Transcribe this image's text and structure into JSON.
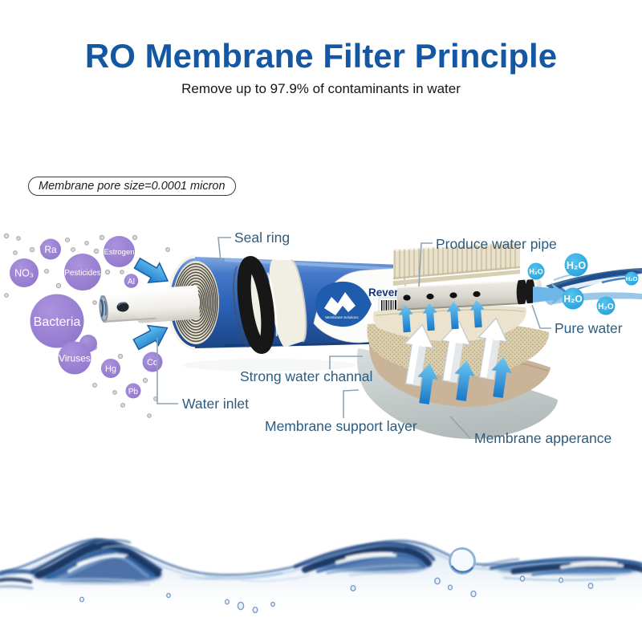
{
  "header": {
    "title": "RO Membrane Filter Principle",
    "subtitle": "Remove up to 97.9% of contaminants in water"
  },
  "pore_size_badge": {
    "text": "Membrane pore size=0.0001 micron"
  },
  "diagram": {
    "labels": {
      "seal_ring": "Seal ring",
      "produce_water_pipe": "Produce water pipe",
      "pure_water": "Pure water",
      "water_inlet": "Water inlet",
      "strong_water_channel": "Strong water channal",
      "membrane_support_layer": "Membrane support layer",
      "membrane_appearance": "Membrane apperance"
    },
    "contaminants": [
      {
        "label": "NO₃"
      },
      {
        "label": "Ra"
      },
      {
        "label": "Pesticides"
      },
      {
        "label": "Estrogen"
      },
      {
        "label": "Al"
      },
      {
        "label": "Bacteria"
      },
      {
        "label": "Viruses"
      },
      {
        "label": "Hg"
      },
      {
        "label": "Cd"
      },
      {
        "label": "Pb"
      }
    ],
    "water_molecules": [
      {
        "label": "H₂O"
      },
      {
        "label": "H₂O"
      },
      {
        "label": "H₂O"
      },
      {
        "label": "H₂O"
      },
      {
        "label": "H₂O"
      }
    ],
    "cartridge": {
      "brand_text": "Rever",
      "logo_text": "Membrane Solutions"
    },
    "colors": {
      "title_blue": "#1457a3",
      "label_blue": "#2d5b7e",
      "contaminant_purple": "#9b80d2",
      "water_bubble_blue": "#29a9e0",
      "cartridge_blue": "#2d63b8",
      "arrow_blue": "#2e9fe0"
    }
  }
}
